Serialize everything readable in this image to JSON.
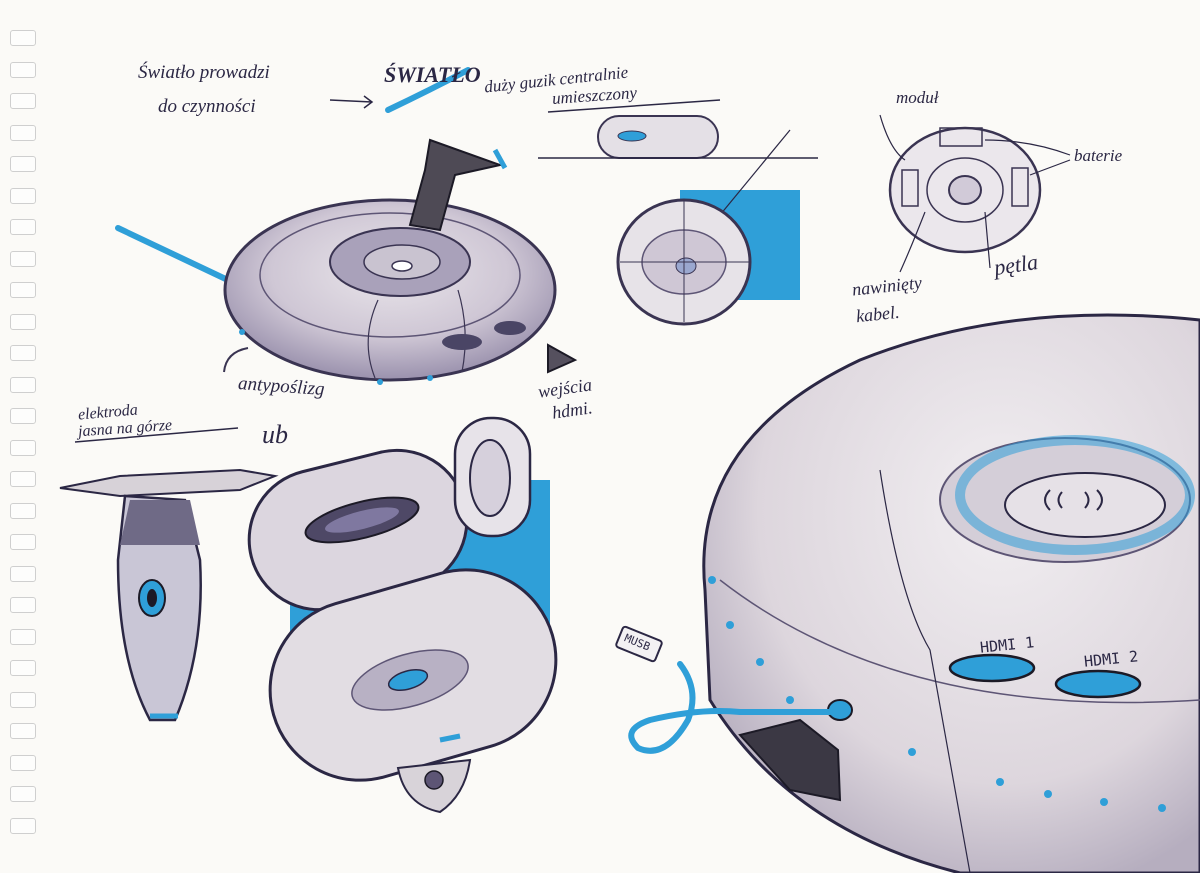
{
  "annotations": {
    "swiatlo_prowadzi_line1": "Światło prowadzi",
    "swiatlo_prowadzi_line2": "do czynności",
    "swiatlo": "ŚWIATŁO",
    "duzy_guzik_line1": "duży guzik centralnie",
    "duzy_guzik_line2": "umieszczony",
    "modul": "moduł",
    "baterie": "baterie",
    "nawiniety_line1": "nawinięty",
    "nawiniety_line2": "kabel.",
    "petla": "pętla",
    "antyposlizg": "antypoślizg",
    "wejscia_line1": "wejścia",
    "wejscia_line2": "hdmi.",
    "elektroda_line1": "elektroda",
    "elektroda_line2": "jasna na górze",
    "usb_short": "ub",
    "hdmi1": "HDMI 1",
    "hdmi2": "HDMI 2",
    "musb": "MUSB"
  },
  "colors": {
    "ink": "#2b2744",
    "purple_marker": "#8f86a3",
    "light_grey": "#d9d4da",
    "blue_marker": "#2f9fd8",
    "paper": "#fbfaf7"
  }
}
